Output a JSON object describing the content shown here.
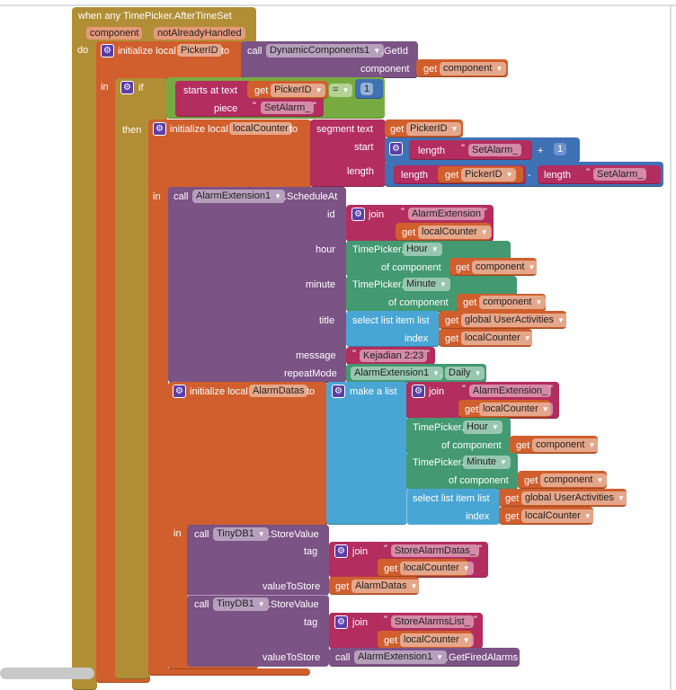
{
  "event": {
    "title": "when any TimePicker.AfterTimeSet",
    "params": [
      "component",
      "notAlreadyHandled"
    ],
    "do": "do"
  },
  "init1": {
    "label": "initialize local",
    "var": "PickerID",
    "to": "to",
    "in": "in"
  },
  "getid": {
    "call": "call",
    "component": "DynamicComponents1",
    "method": ".GetId",
    "arg": "component",
    "get": "get",
    "getvar": "component"
  },
  "ifblk": {
    "if": "if",
    "then": "then"
  },
  "startsat": {
    "label": "starts at  text",
    "piece": "piece",
    "get": "get",
    "var": "PickerID",
    "str": "SetAlarm_",
    "op": "=",
    "num": "1"
  },
  "init2": {
    "label": "initialize local",
    "var": "localCounter",
    "to": "to",
    "in": "in"
  },
  "segment": {
    "label": "segment  text",
    "start": "start",
    "length": "length",
    "get": "get",
    "var": "PickerID",
    "len": "length",
    "str": "SetAlarm_",
    "plus": "+",
    "num": "1",
    "minus": "-"
  },
  "schedule": {
    "call": "call",
    "component": "AlarmExtension1",
    "method": ".ScheduleAt",
    "args": [
      "id",
      "hour",
      "minute",
      "title",
      "message",
      "repeatMode"
    ]
  },
  "common": {
    "join": "join",
    "get": "get",
    "localCounter": "localCounter",
    "timepicker": "TimePicker.",
    "hour": "Hour",
    "minute": "Minute",
    "ofcomp": "of component",
    "component": "component",
    "select": "select list item  list",
    "index": "index",
    "userActivities": "global UserActivities"
  },
  "sched_vals": {
    "id_str": "AlarmExtension",
    "message": "Kejadian 2:23",
    "repeat_comp": "AlarmExtension1",
    "repeat_val": "Daily"
  },
  "init3": {
    "label": "initialize local",
    "var": "AlarmDatas",
    "to": "to",
    "in": "in",
    "makelist": "make a list",
    "str": "AlarmExtension_"
  },
  "store1": {
    "call": "call",
    "component": "TinyDB1",
    "method": ".StoreValue",
    "tag": "tag",
    "value": "valueToStore",
    "str": "StoreAlarmDatas_",
    "getvar": "AlarmDatas"
  },
  "store2": {
    "call": "call",
    "component": "TinyDB1",
    "method": ".StoreValue",
    "tag": "tag",
    "value": "valueToStore",
    "str": "StoreAlarmsList_",
    "fired_comp": "AlarmExtension1",
    "fired_method": ".GetFiredAlarms"
  }
}
